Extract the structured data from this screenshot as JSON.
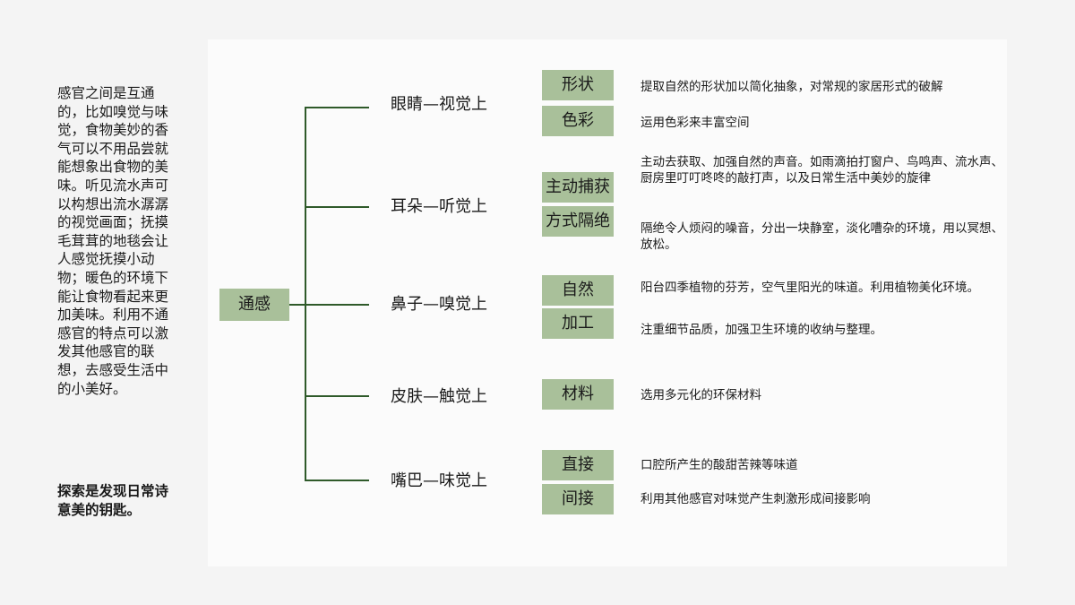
{
  "intro": {
    "text": "感官之间是互通的，比如嗅觉与味觉，食物美妙的香气可以不用品尝就能想象出食物的美味。听见流水声可以构想出流水潺潺的视觉画面；抚摸毛茸茸的地毯会让人感觉抚摸小动物；暖色的环境下能让食物看起来更加美味。利用不通感官的特点可以激发其他感官的联想，去感受生活中的小美好。",
    "conclusion": "探索是发现日常诗意美的钥匙。"
  },
  "diagram": {
    "root": "通感",
    "branches": [
      {
        "label": "眼睛—视觉上",
        "items": [
          {
            "tag": "形状",
            "desc": "提取自然的形状加以简化抽象，对常规的家居形式的破解"
          },
          {
            "tag": "色彩",
            "desc": "运用色彩来丰富空间"
          }
        ]
      },
      {
        "label": "耳朵—听觉上",
        "items": [
          {
            "tag": "主动捕获",
            "desc": "主动去获取、加强自然的声音。如雨滴拍打窗户、鸟鸣声、流水声、厨房里叮叮咚咚的敲打声，以及日常生活中美妙的旋律"
          },
          {
            "tag": "方式隔绝",
            "desc": "隔绝令人烦闷的噪音，分出一块静室，淡化嘈杂的环境，用以冥想、放松。"
          }
        ]
      },
      {
        "label": "鼻子—嗅觉上",
        "items": [
          {
            "tag": "自然",
            "desc": "阳台四季植物的芬芳，空气里阳光的味道。利用植物美化环境。"
          },
          {
            "tag": "加工",
            "desc": "注重细节品质，加强卫生环境的收纳与整理。"
          }
        ]
      },
      {
        "label": "皮肤—触觉上",
        "items": [
          {
            "tag": "材料",
            "desc": "选用多元化的环保材料"
          }
        ]
      },
      {
        "label": "嘴巴—味觉上",
        "items": [
          {
            "tag": "直接",
            "desc": "口腔所产生的酸甜苦辣等味道"
          },
          {
            "tag": "间接",
            "desc": "利用其他感官对味觉产生刺激形成间接影响"
          }
        ]
      }
    ]
  },
  "colors": {
    "box_fill": "#a9c09a",
    "connector": "#2f5a2a"
  }
}
